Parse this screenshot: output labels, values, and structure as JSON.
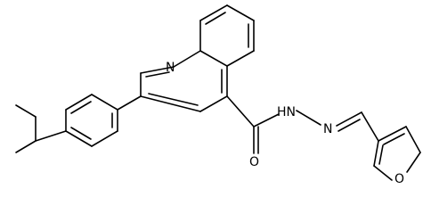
{
  "molecule": {
    "atoms": [
      {
        "id": "quinoline-nitrogen",
        "label": "N"
      },
      {
        "id": "amide-nh",
        "label": "HN"
      },
      {
        "id": "hydrazone-nitrogen",
        "label": "N"
      },
      {
        "id": "carbonyl-oxygen",
        "label": "O"
      },
      {
        "id": "furan-oxygen",
        "label": "O"
      }
    ]
  }
}
